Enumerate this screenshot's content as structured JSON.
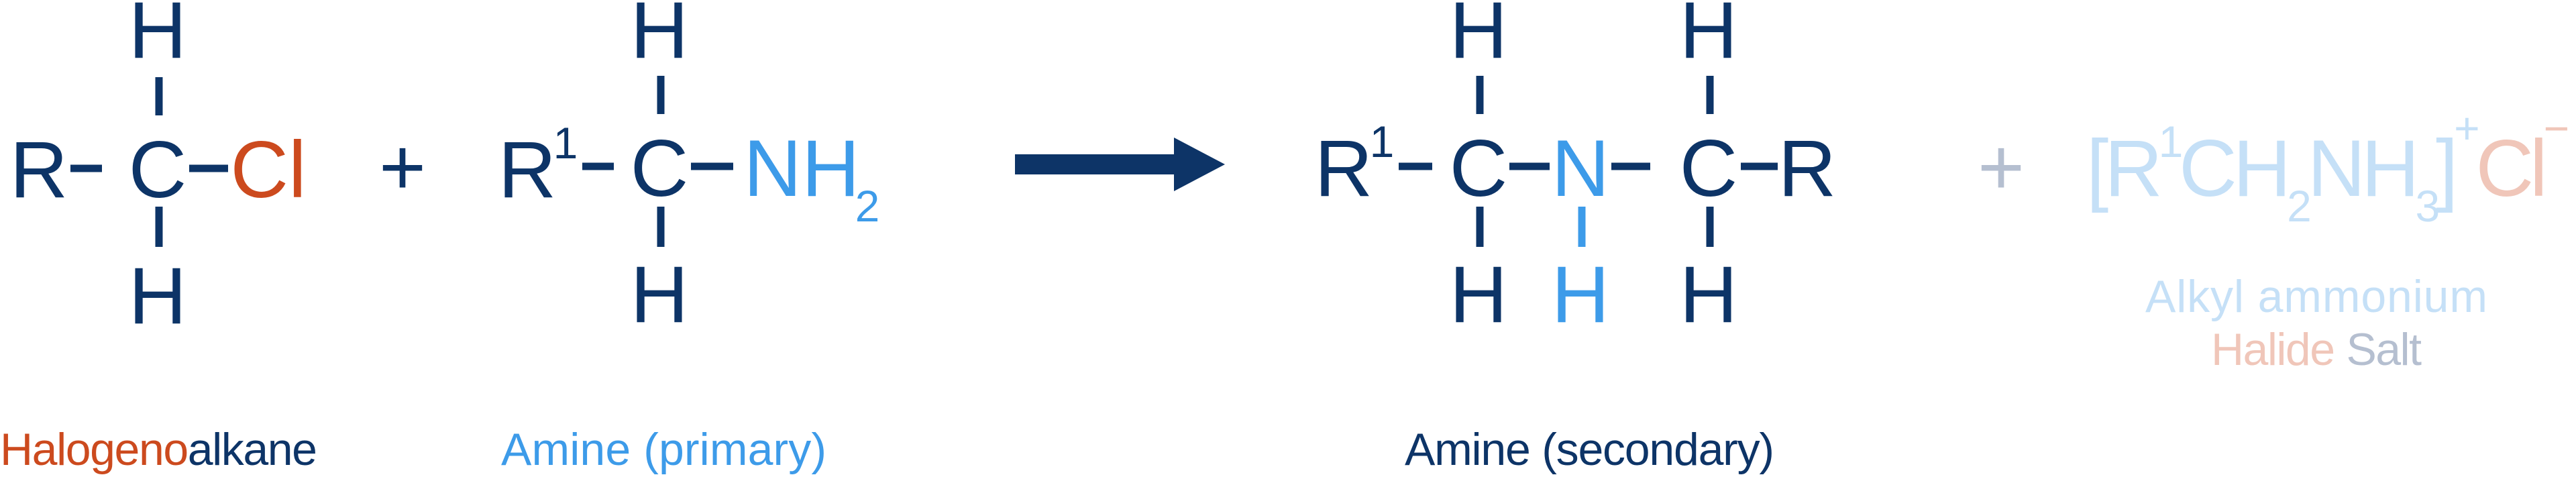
{
  "colors": {
    "navy": "#0d3467",
    "orange": "#cc4a1e",
    "blue": "#3d9be9",
    "light_blue": "#c5e0f7",
    "light_orange": "#f0c6b9",
    "grey": "#b5bfd0"
  },
  "halogenoalkane": {
    "r": "R",
    "c": "C",
    "cl": "Cl",
    "h_top": "H",
    "h_bottom": "H",
    "label_part1": "Halogeno",
    "label_part2": "alkane"
  },
  "plus1": "+",
  "primary_amine": {
    "r": "R",
    "r_sup": "1",
    "c": "C",
    "nh": "NH",
    "sub": "2",
    "h_top": "H",
    "h_bottom": "H",
    "label": "Amine (primary)"
  },
  "arrow": "reaction-arrow",
  "secondary_amine": {
    "r1": "R",
    "r1_sup": "1",
    "c1": "C",
    "n": "N",
    "c2": "C",
    "r": "R",
    "h_top1": "H",
    "h_top2": "H",
    "h_bottom1": "H",
    "h_bottom_n": "H",
    "h_bottom2": "H",
    "label": "Amine (secondary)"
  },
  "plus2": "+",
  "salt": {
    "open": "[R",
    "sup1": "1",
    "ch": "CH",
    "sub2": "2",
    "nh": "NH",
    "sub3": "3",
    "close": "]",
    "charge_plus": "+",
    "cl": "Cl",
    "charge_minus": "−",
    "label_line1": "Alkyl ammonium",
    "label_line2_part1": "Halide",
    "label_line2_part2": "Salt"
  }
}
